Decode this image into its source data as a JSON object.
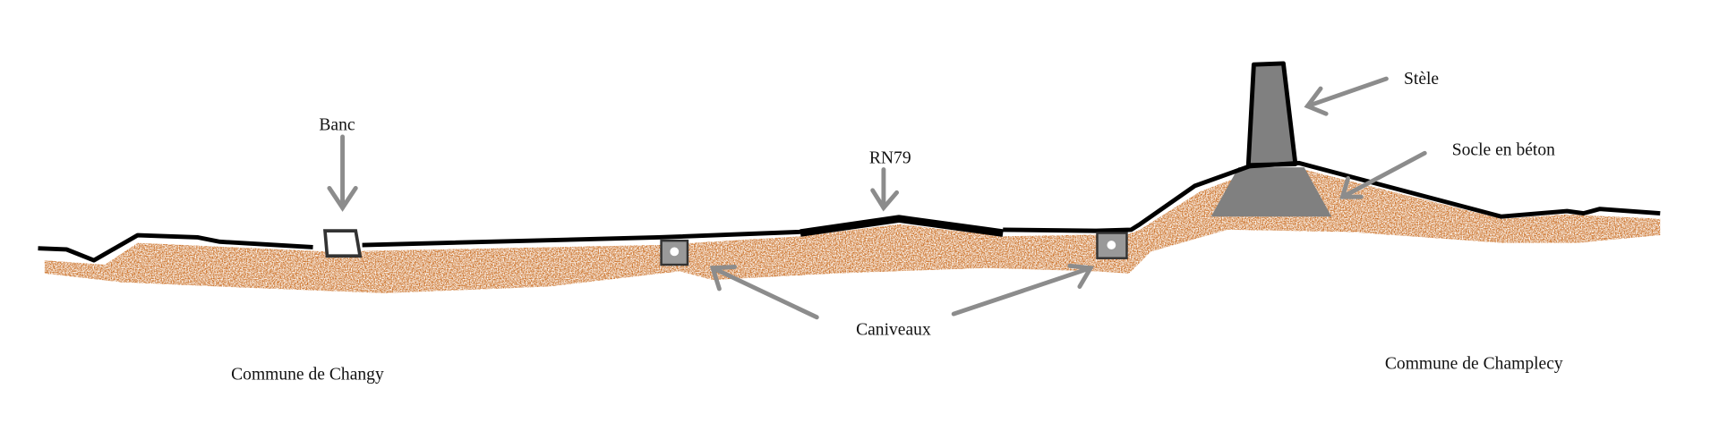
{
  "labels": {
    "banc": "Banc",
    "rn79": "RN79",
    "stele": "Stèle",
    "socle": "Socle en béton",
    "caniveaux": "Caniveaux",
    "commune_left": "Commune de Changy",
    "commune_right": "Commune de Champlecy"
  },
  "colors": {
    "soil": "#c8691c",
    "ground_line": "#000000",
    "concrete": "#808080",
    "arrow": "#8c8c8c"
  }
}
